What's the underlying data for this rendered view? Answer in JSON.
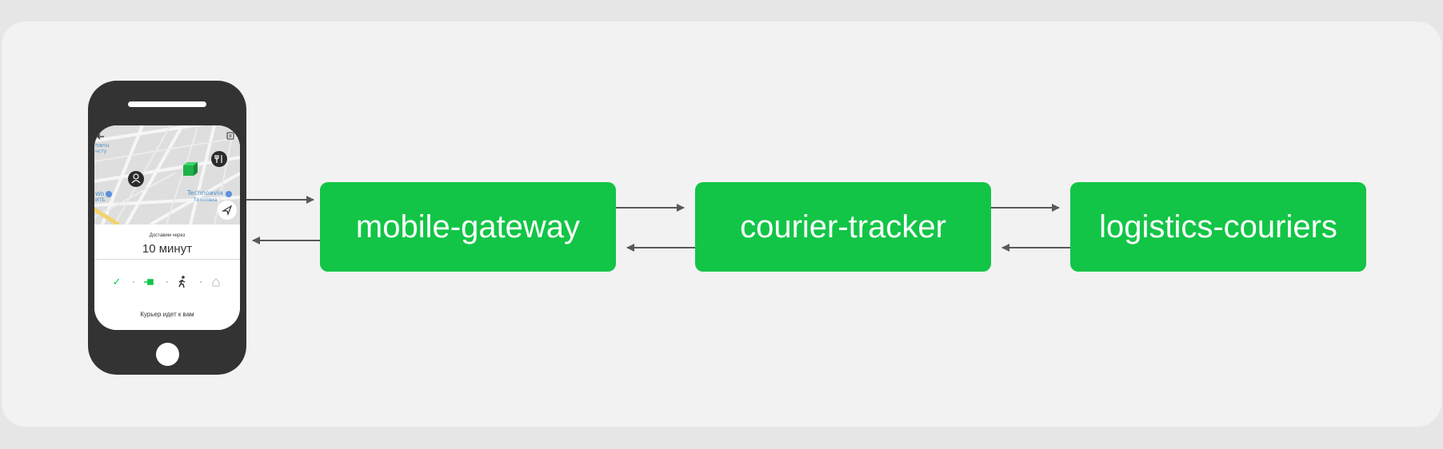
{
  "colors": {
    "background": "#e6e6e6",
    "canvas": "#f2f2f2",
    "box_fill": "#12c546",
    "box_text": "#ffffff",
    "arrow": "#595959",
    "phone_body": "#333333"
  },
  "phone": {
    "map": {
      "labels": [
        "Technoavia",
        "Техновиа"
      ],
      "icons": [
        "back-arrow-icon",
        "courier-avatar-icon",
        "restaurant-pin-icon",
        "parcel-icon",
        "location-pin-icon",
        "navigate-icon",
        "menu-icon"
      ]
    },
    "eta_label": "Доставим через",
    "eta_value": "10 минут",
    "status_steps": [
      {
        "icon": "check-icon",
        "state": "done"
      },
      {
        "icon": "bag-icon",
        "state": "done"
      },
      {
        "icon": "walking-courier-icon",
        "state": "active"
      },
      {
        "icon": "home-icon",
        "state": "pending"
      }
    ],
    "status_caption": "Курьер идет к вам"
  },
  "services": [
    {
      "label": "mobile-gateway"
    },
    {
      "label": "courier-tracker"
    },
    {
      "label": "logistics-couriers"
    }
  ],
  "flows": [
    {
      "from": "phone",
      "to": "mobile-gateway"
    },
    {
      "from": "mobile-gateway",
      "to": "phone"
    },
    {
      "from": "mobile-gateway",
      "to": "courier-tracker"
    },
    {
      "from": "courier-tracker",
      "to": "mobile-gateway"
    },
    {
      "from": "courier-tracker",
      "to": "logistics-couriers"
    },
    {
      "from": "logistics-couriers",
      "to": "courier-tracker"
    }
  ]
}
